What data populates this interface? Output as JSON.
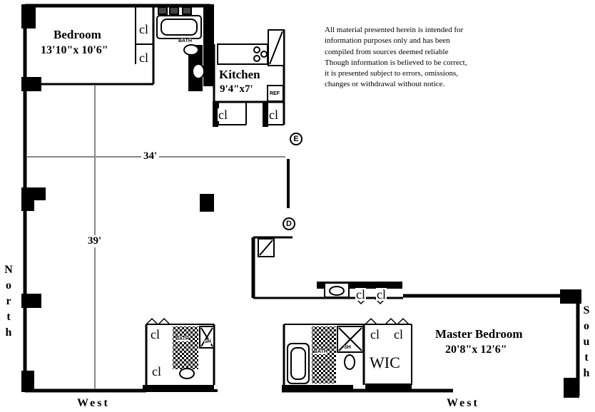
{
  "rooms": {
    "bedroom": {
      "name": "Bedroom",
      "size": "13'10\"x 10'6\""
    },
    "kitchen": {
      "name": "Kitchen",
      "size": "9'4\"x7'"
    },
    "master_bedroom": {
      "name": "Master Bedroom",
      "size": "20'8\"x 12'6\""
    },
    "wic": "WIC"
  },
  "closet_label": "cl",
  "bath_label": "BATH",
  "ref_label": "REF",
  "shower_label": "SH",
  "dimensions": {
    "width": "34'",
    "length": "39'"
  },
  "markers": {
    "e": "E",
    "d": "D"
  },
  "orientation": {
    "north": [
      "N",
      "o",
      "r",
      "t",
      "h"
    ],
    "south": [
      "S",
      "o",
      "u",
      "t",
      "h"
    ],
    "west": "West"
  },
  "disclaimer": "All material presented herein is intended for information purposes only and has been compiled from sources deemed reliable Though information is believed to be correct, it is presented subject to errors, omissions, changes or withdrawal without notice."
}
